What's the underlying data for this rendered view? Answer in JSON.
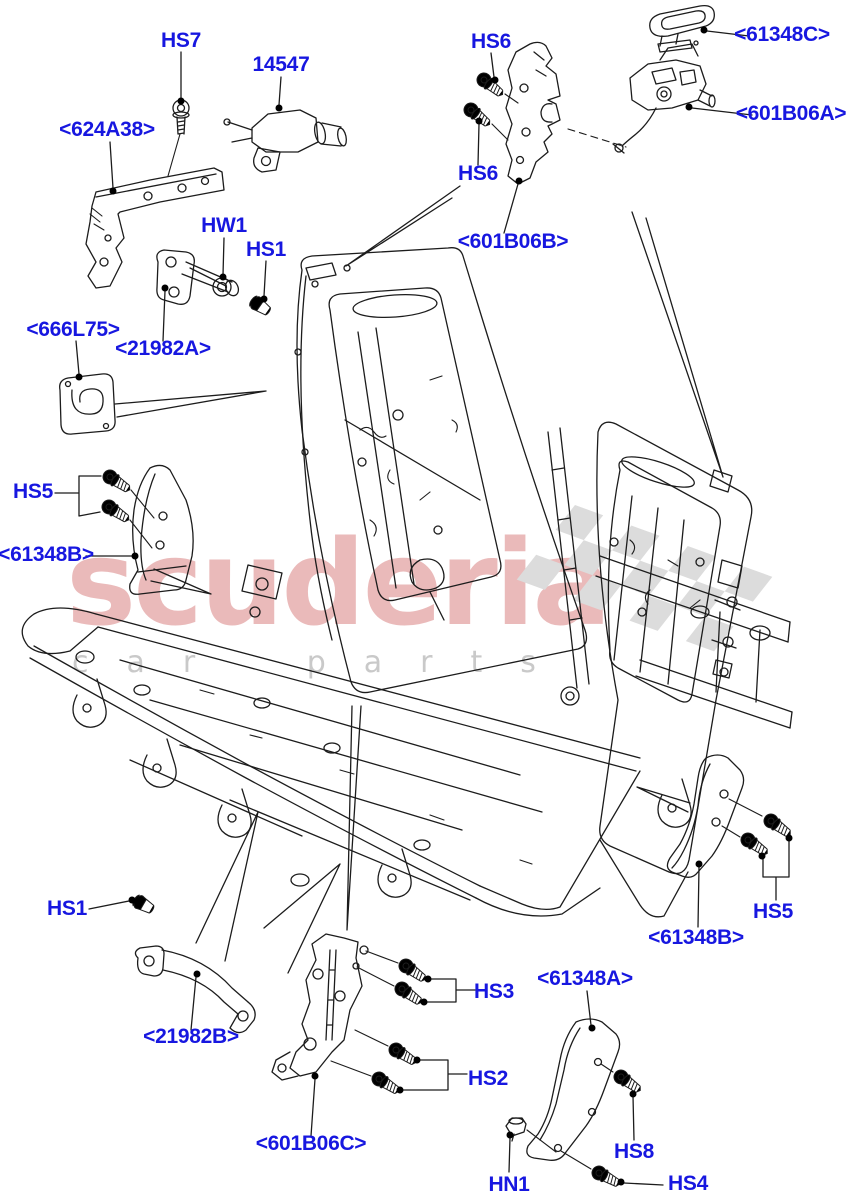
{
  "watermark": {
    "brand": "scuderia",
    "subtitle": "car parts",
    "brand_color": "rgba(201,74,74,0.38)",
    "subtitle_color": "#c9c9c9",
    "checker_color": "#dcdcdc"
  },
  "diagram": {
    "title": "Rear seat back frame exploded parts diagram",
    "label_color": "#1717e0",
    "line_color": "#1c1c1c",
    "labels": [
      {
        "id": "hs7",
        "text": "HS7"
      },
      {
        "id": "14547",
        "text": "14547"
      },
      {
        "id": "624a38",
        "text": "<624A38>"
      },
      {
        "id": "hs6-top",
        "text": "HS6"
      },
      {
        "id": "61348c",
        "text": "<61348C>"
      },
      {
        "id": "601b06a",
        "text": "<601B06A>"
      },
      {
        "id": "hs6-lower",
        "text": "HS6"
      },
      {
        "id": "601b06b",
        "text": "<601B06B>"
      },
      {
        "id": "666l75",
        "text": "<666L75>"
      },
      {
        "id": "21982a",
        "text": "<21982A>"
      },
      {
        "id": "hw1",
        "text": "HW1"
      },
      {
        "id": "hs1-upper",
        "text": "HS1"
      },
      {
        "id": "hs5-left",
        "text": "HS5"
      },
      {
        "id": "61348b-left",
        "text": "<61348B>"
      },
      {
        "id": "hs1-lower",
        "text": "HS1"
      },
      {
        "id": "21982b",
        "text": "<21982B>"
      },
      {
        "id": "601b06c",
        "text": "<601B06C>"
      },
      {
        "id": "hs3",
        "text": "HS3"
      },
      {
        "id": "61348a",
        "text": "<61348A>"
      },
      {
        "id": "hs2",
        "text": "HS2"
      },
      {
        "id": "hs8",
        "text": "HS8"
      },
      {
        "id": "hn1",
        "text": "HN1"
      },
      {
        "id": "hs4",
        "text": "HS4"
      },
      {
        "id": "61348b-right",
        "text": "<61348B>"
      },
      {
        "id": "hs5-right",
        "text": "HS5"
      }
    ]
  }
}
